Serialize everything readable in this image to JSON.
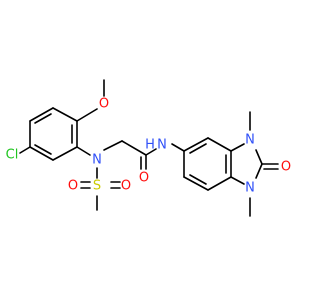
{
  "molecule": {
    "atoms": {
      "O_methoxy": {
        "label": "O",
        "color": "#ff0d0d"
      },
      "Cl": {
        "label": "Cl",
        "color": "#1fc51f"
      },
      "N_sulfonamide": {
        "label": "N",
        "color": "#3050f8"
      },
      "S": {
        "label": "S",
        "color": "#cccc00"
      },
      "O_s1": {
        "label": "O",
        "color": "#ff0d0d"
      },
      "O_s2": {
        "label": "O",
        "color": "#ff0d0d"
      },
      "O_amide": {
        "label": "O",
        "color": "#ff0d0d"
      },
      "N_amide": {
        "label": "N",
        "color": "#3050f8"
      },
      "H_amide": {
        "label": "H",
        "color": "#3050f8"
      },
      "N_ring_top": {
        "label": "N",
        "color": "#3050f8"
      },
      "N_ring_bottom": {
        "label": "N",
        "color": "#3050f8"
      },
      "O_urea": {
        "label": "O",
        "color": "#ff0d0d"
      }
    }
  }
}
